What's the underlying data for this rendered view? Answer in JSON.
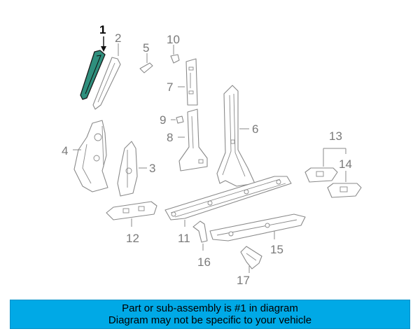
{
  "diagram": {
    "callouts": [
      "1",
      "2",
      "3",
      "4",
      "5",
      "6",
      "7",
      "8",
      "9",
      "10",
      "11",
      "12",
      "13",
      "14",
      "15",
      "16",
      "17"
    ],
    "highlighted_part": "1",
    "highlight_color": "#2f8f7d"
  },
  "banner": {
    "line1": "Part or sub-assembly is #1 in diagram",
    "line2": "Diagram may not be specific to your vehicle",
    "background": "#00a9e6"
  }
}
